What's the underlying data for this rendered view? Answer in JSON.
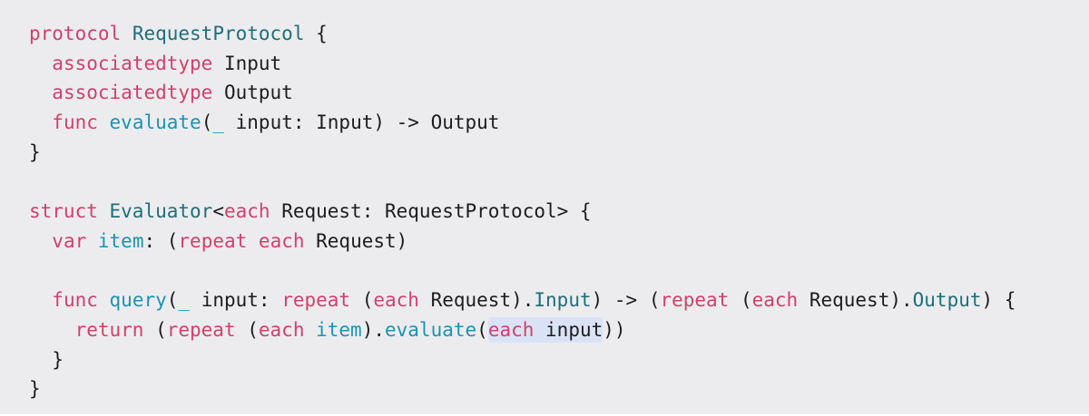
{
  "colors": {
    "background": "#ececee",
    "keyword": "#d43f6b",
    "type": "#1e6f7a",
    "function": "#1a93b5",
    "plain": "#1d1d1f",
    "highlight": "#d9e3f5"
  },
  "code": {
    "language": "swift",
    "lines": [
      [
        {
          "t": "protocol",
          "k": "kw"
        },
        {
          "t": " ",
          "k": "plain"
        },
        {
          "t": "RequestProtocol",
          "k": "type"
        },
        {
          "t": " {",
          "k": "plain"
        }
      ],
      [
        {
          "t": "  ",
          "k": "plain"
        },
        {
          "t": "associatedtype",
          "k": "kw"
        },
        {
          "t": " Input",
          "k": "plain"
        }
      ],
      [
        {
          "t": "  ",
          "k": "plain"
        },
        {
          "t": "associatedtype",
          "k": "kw"
        },
        {
          "t": " Output",
          "k": "plain"
        }
      ],
      [
        {
          "t": "  ",
          "k": "plain"
        },
        {
          "t": "func",
          "k": "kw"
        },
        {
          "t": " ",
          "k": "plain"
        },
        {
          "t": "evaluate",
          "k": "fn"
        },
        {
          "t": "(",
          "k": "plain"
        },
        {
          "t": "_",
          "k": "fn"
        },
        {
          "t": " input: Input) -> Output",
          "k": "plain"
        }
      ],
      [
        {
          "t": "}",
          "k": "plain"
        }
      ],
      [],
      [
        {
          "t": "struct",
          "k": "kw"
        },
        {
          "t": " ",
          "k": "plain"
        },
        {
          "t": "Evaluator",
          "k": "type"
        },
        {
          "t": "<",
          "k": "plain"
        },
        {
          "t": "each",
          "k": "kw"
        },
        {
          "t": " Request: RequestProtocol> {",
          "k": "plain"
        }
      ],
      [
        {
          "t": "  ",
          "k": "plain"
        },
        {
          "t": "var",
          "k": "kw"
        },
        {
          "t": " ",
          "k": "plain"
        },
        {
          "t": "item",
          "k": "fn"
        },
        {
          "t": ": (",
          "k": "plain"
        },
        {
          "t": "repeat",
          "k": "kw"
        },
        {
          "t": " ",
          "k": "plain"
        },
        {
          "t": "each",
          "k": "kw"
        },
        {
          "t": " Request)",
          "k": "plain"
        }
      ],
      [],
      [
        {
          "t": "  ",
          "k": "plain"
        },
        {
          "t": "func",
          "k": "kw"
        },
        {
          "t": " ",
          "k": "plain"
        },
        {
          "t": "query",
          "k": "fn"
        },
        {
          "t": "(",
          "k": "plain"
        },
        {
          "t": "_",
          "k": "fn"
        },
        {
          "t": " input: ",
          "k": "plain"
        },
        {
          "t": "repeat",
          "k": "kw"
        },
        {
          "t": " (",
          "k": "plain"
        },
        {
          "t": "each",
          "k": "kw"
        },
        {
          "t": " Request).",
          "k": "plain"
        },
        {
          "t": "Input",
          "k": "type"
        },
        {
          "t": ") -> (",
          "k": "plain"
        },
        {
          "t": "repeat",
          "k": "kw"
        },
        {
          "t": " (",
          "k": "plain"
        },
        {
          "t": "each",
          "k": "kw"
        },
        {
          "t": " Request).",
          "k": "plain"
        },
        {
          "t": "Output",
          "k": "type"
        },
        {
          "t": ") {",
          "k": "plain"
        }
      ],
      [
        {
          "t": "    ",
          "k": "plain"
        },
        {
          "t": "return",
          "k": "kw"
        },
        {
          "t": " (",
          "k": "plain"
        },
        {
          "t": "repeat",
          "k": "kw"
        },
        {
          "t": " (",
          "k": "plain"
        },
        {
          "t": "each",
          "k": "kw"
        },
        {
          "t": " ",
          "k": "plain"
        },
        {
          "t": "item",
          "k": "fn"
        },
        {
          "t": ").",
          "k": "plain"
        },
        {
          "t": "evaluate",
          "k": "fn"
        },
        {
          "t": "(",
          "k": "plain"
        },
        {
          "t": "each",
          "k": "kw",
          "hl": true
        },
        {
          "t": " input",
          "k": "plain",
          "hl": true
        },
        {
          "t": "))",
          "k": "plain"
        }
      ],
      [
        {
          "t": "  }",
          "k": "plain"
        }
      ],
      [
        {
          "t": "}",
          "k": "plain"
        }
      ]
    ]
  }
}
